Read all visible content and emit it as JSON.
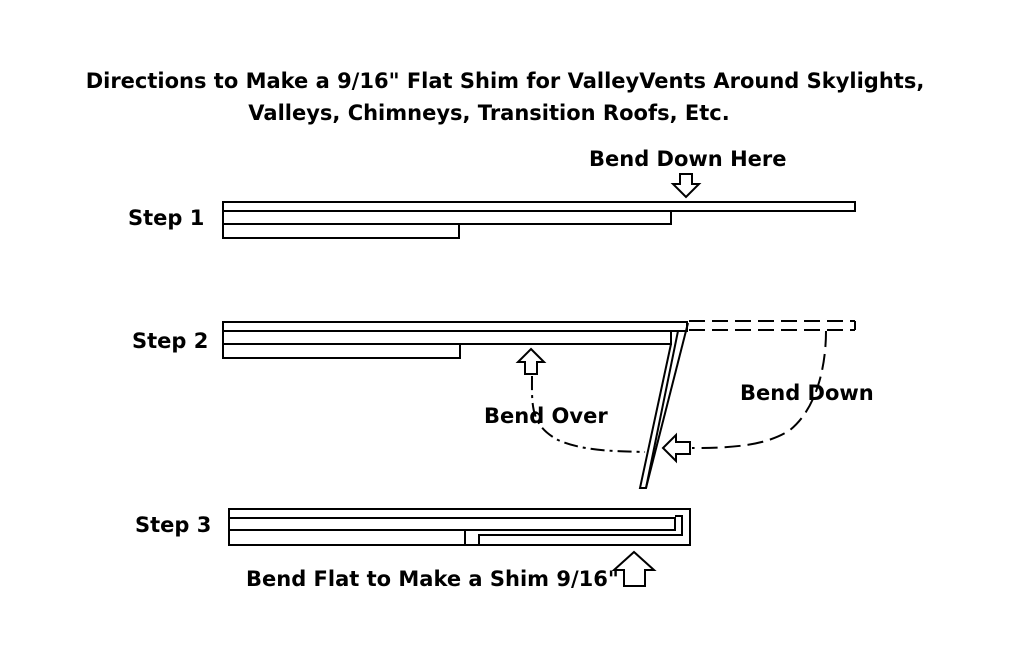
{
  "title": {
    "line1": "Directions to Make a 9/16\" Flat Shim for ValleyVents Around Skylights,",
    "line2": "Valleys, Chimneys, Transition Roofs, Etc."
  },
  "steps": [
    {
      "label": "Step 1",
      "annotations": [
        "Bend Down Here"
      ]
    },
    {
      "label": "Step 2",
      "annotations": [
        "Bend Over",
        "Bend Down"
      ]
    },
    {
      "label": "Step 3",
      "annotations": [
        "Bend Flat to Make a Shim 9/16\""
      ]
    }
  ]
}
